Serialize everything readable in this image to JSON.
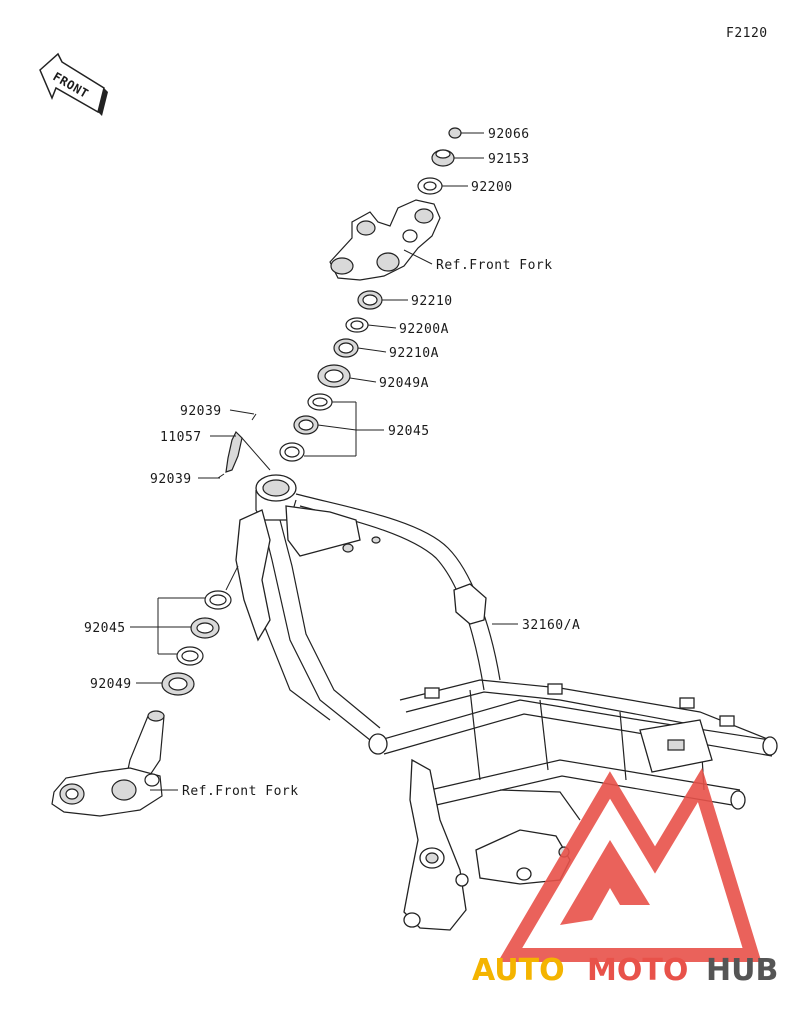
{
  "figure_code": "F2120",
  "front_badge": "FRONT",
  "labels": {
    "p92066": "92066",
    "p92153": "92153",
    "p92200": "92200",
    "ref_top": "Ref.Front Fork",
    "p92210": "92210",
    "p92200A": "92200A",
    "p92210A": "92210A",
    "p92049A": "92049A",
    "p92039_top": "92039",
    "p11057": "11057",
    "p92045_top": "92045",
    "p92039_bottom": "92039",
    "p32160A": "32160/A",
    "p92045_bottom": "92045",
    "p92049": "92049",
    "ref_bottom": "Ref.Front Fork"
  },
  "watermark": {
    "part1": "AUTO",
    "part2": "MOTO",
    "part3": "HUB",
    "color_part1": "#f4b400",
    "color_part2": "#e8524a",
    "color_part3": "#555555",
    "logo_color": "#e8524a"
  }
}
